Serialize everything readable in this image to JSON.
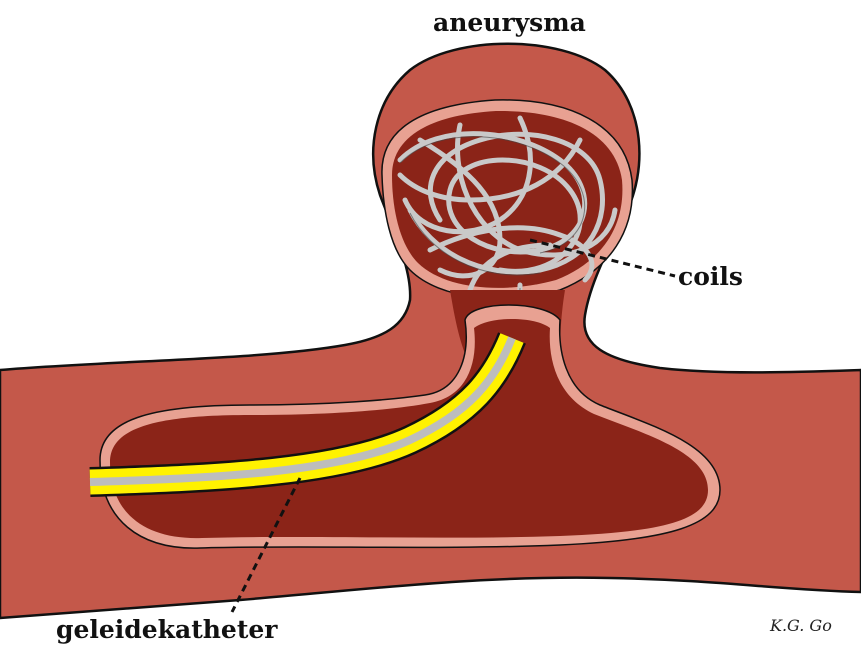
{
  "labels": {
    "aneurysm": "aneurysma",
    "coils": "coils",
    "catheter": "geleidekatheter"
  },
  "signature": "K.G. Go",
  "colors": {
    "vessel_wall": "#C4584A",
    "vessel_lumen": "#8B2418",
    "lumen_outline": "#E8A192",
    "coil_wire": "#C9C9C9",
    "catheter_yellow": "#FFF200",
    "catheter_core": "#BDBDBD",
    "outline": "#111111"
  }
}
